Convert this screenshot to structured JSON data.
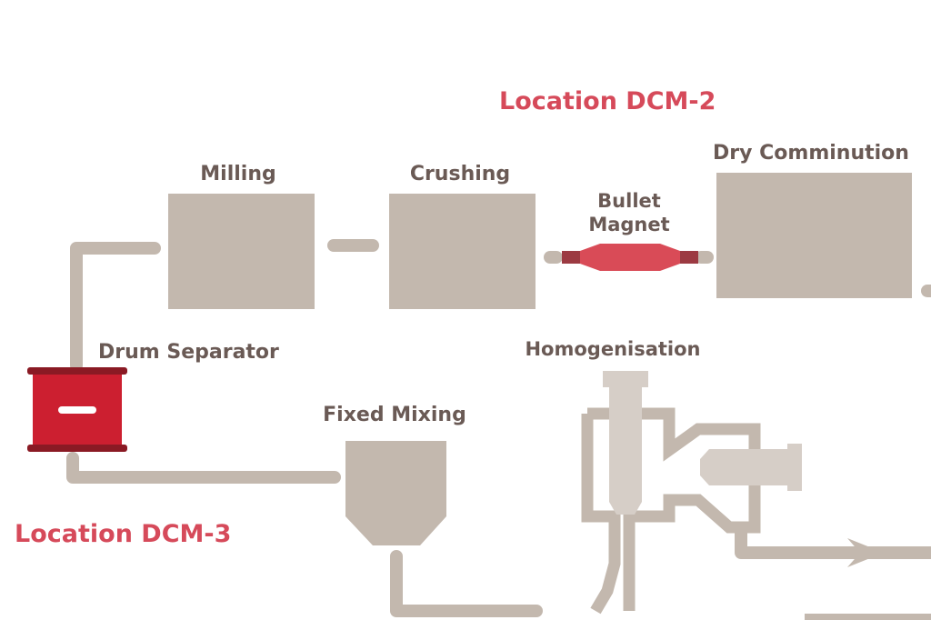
{
  "labels": {
    "location_dcm2": "Location DCM-2",
    "location_dcm3": "Location DCM-3",
    "milling": "Milling",
    "crushing": "Crushing",
    "bullet_magnet_line1": "Bullet",
    "bullet_magnet_line2": "Magnet",
    "dry_comminution": "Dry Comminution",
    "drum_separator": "Drum Separator",
    "homogenisation": "Homogenisation",
    "fixed_mixing": "Fixed Mixing"
  },
  "colors": {
    "equipment": "#c3b8ae",
    "equipment_light": "#d6cec7",
    "pipe": "#c3b8ae",
    "label_text": "#6a5a55",
    "location_text": "#d64a5a",
    "drum_separator": "#cc1f30",
    "drum_separator_dark": "#8a1a24",
    "bullet_magnet": "#d94b57",
    "bullet_magnet_dark": "#9c3a42",
    "background": "#ffffff"
  }
}
